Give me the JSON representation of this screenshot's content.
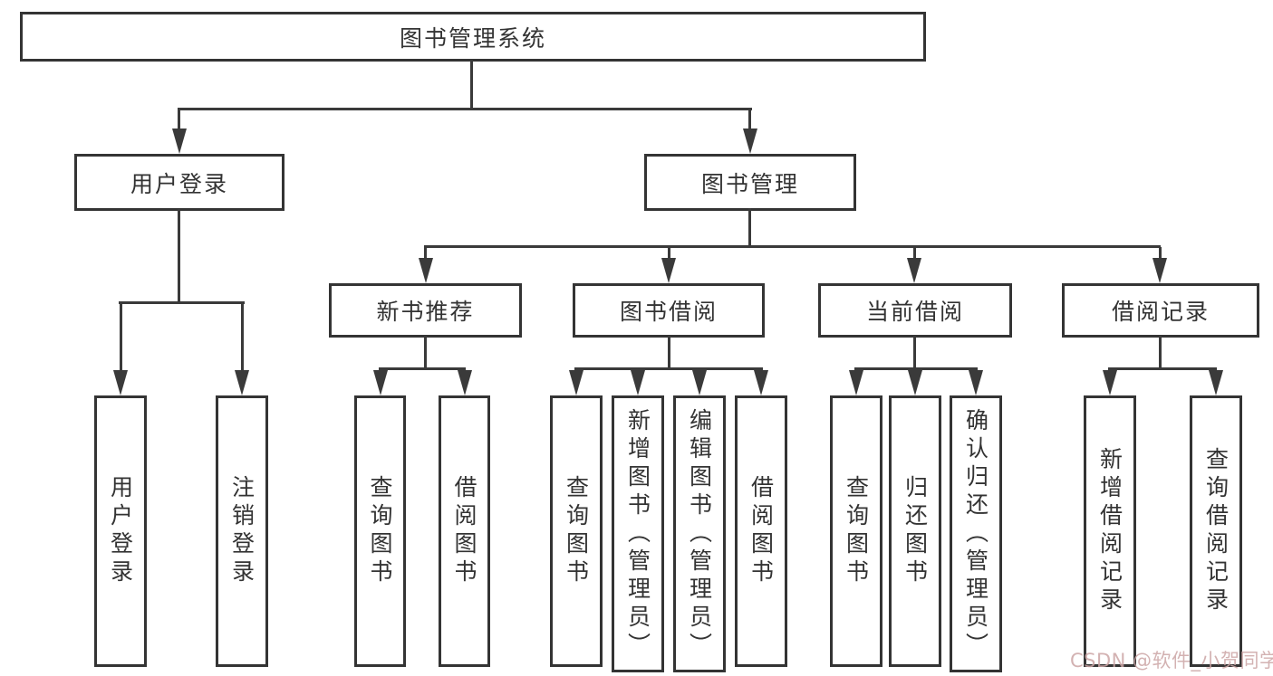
{
  "colors": {
    "line": "#3a3a3a",
    "box_border": "#343434",
    "text": "#333333",
    "watermark": "#cba4a4",
    "background": "#ffffff"
  },
  "diagram": {
    "root": {
      "label": "图书管理系统"
    },
    "user_login": {
      "label": "用户登录",
      "children": [
        {
          "label": "用户登录"
        },
        {
          "label": "注销登录"
        }
      ]
    },
    "book_mgmt": {
      "label": "图书管理",
      "sections": [
        {
          "label": "新书推荐",
          "children": [
            {
              "label": "查询图书"
            },
            {
              "label": "借阅图书"
            }
          ]
        },
        {
          "label": "图书借阅",
          "children": [
            {
              "label": "查询图书"
            },
            {
              "label": "新增图书（管理员）"
            },
            {
              "label": "编辑图书（管理员）"
            },
            {
              "label": "借阅图书"
            }
          ]
        },
        {
          "label": "当前借阅",
          "children": [
            {
              "label": "查询图书"
            },
            {
              "label": "归还图书"
            },
            {
              "label": "确认归还（管理员）"
            }
          ]
        },
        {
          "label": "借阅记录",
          "children": [
            {
              "label": "新增借阅记录"
            },
            {
              "label": "查询借阅记录"
            }
          ]
        }
      ]
    }
  },
  "watermark": {
    "text": "CSDN @软件_小贺同学"
  }
}
